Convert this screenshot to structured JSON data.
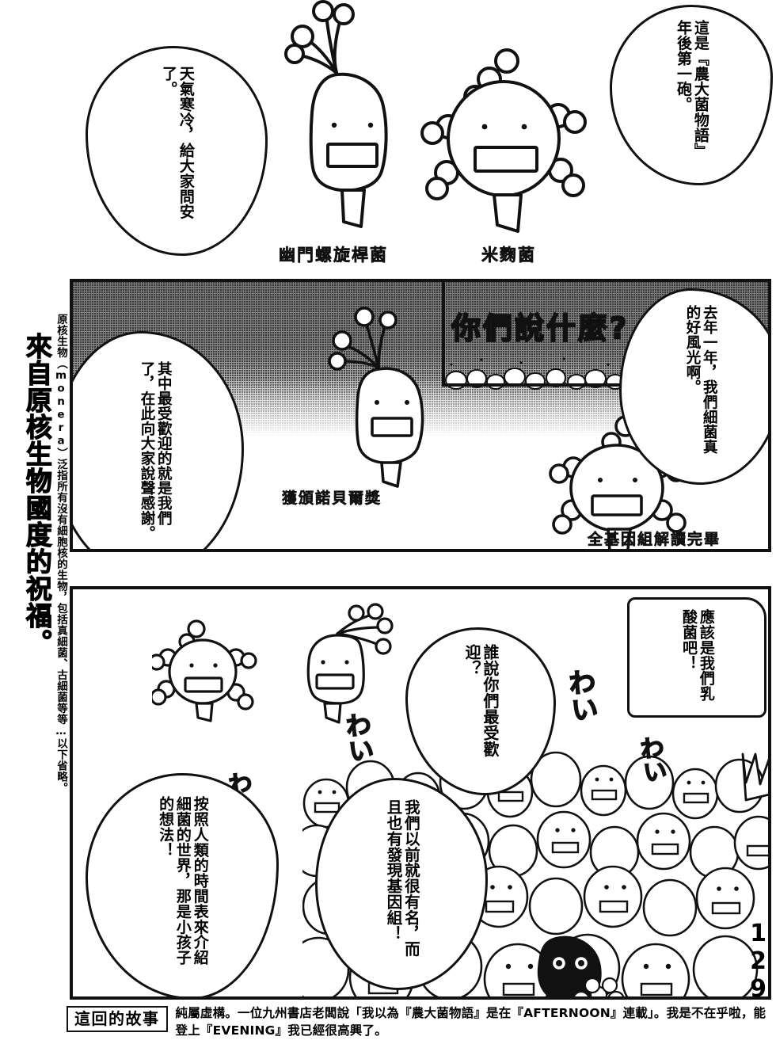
{
  "page": {
    "page_number": "129",
    "side_title": "來自原核生物國度的祝福。",
    "side_note": "原核生物（monera）泛指所有沒有細胞核的生物，包括真細菌、古細菌等等…以下省略。"
  },
  "panel1": {
    "bubble_left": "天氣寒冷，給大家問安了。",
    "bubble_right": "這是『農大菌物語』年後第一砲。",
    "label_left": "幽門螺旋桿菌",
    "label_right": "米麴菌"
  },
  "panel2": {
    "bubble_left": "其中最受歡迎的就是我們了，在此向大家說聲感謝。",
    "bubble_right": "去年一年，我們細菌真的好風光啊。",
    "sfx": "你們說什麼?",
    "label_left": "獲頒諾貝爾獎",
    "label_right": "全基因組解讀完畢"
  },
  "panel3": {
    "bubble_topright": "應該是我們乳酸菌吧！",
    "bubble_mid_upper": "誰說你們最受歡迎？",
    "bubble_mid_lower": "我們以前就很有名，而且也有發現基因組！",
    "bubble_left": "按照人類的時間表來介紹細菌的世界，那是小孩子的想法！",
    "sfx": [
      "わい",
      "わい",
      "わい",
      "わい"
    ]
  },
  "footer": {
    "box_label": "這回的故事",
    "text": "純屬虛構。一位九州書店老闆說「我以為『農大菌物語』是在『AFTERNOON』連載」。我是不在乎啦，能登上『EVENING』我已經很高興了。"
  },
  "colors": {
    "ink": "#111111",
    "paper": "#ffffff",
    "tone": "#9a9a9a"
  }
}
